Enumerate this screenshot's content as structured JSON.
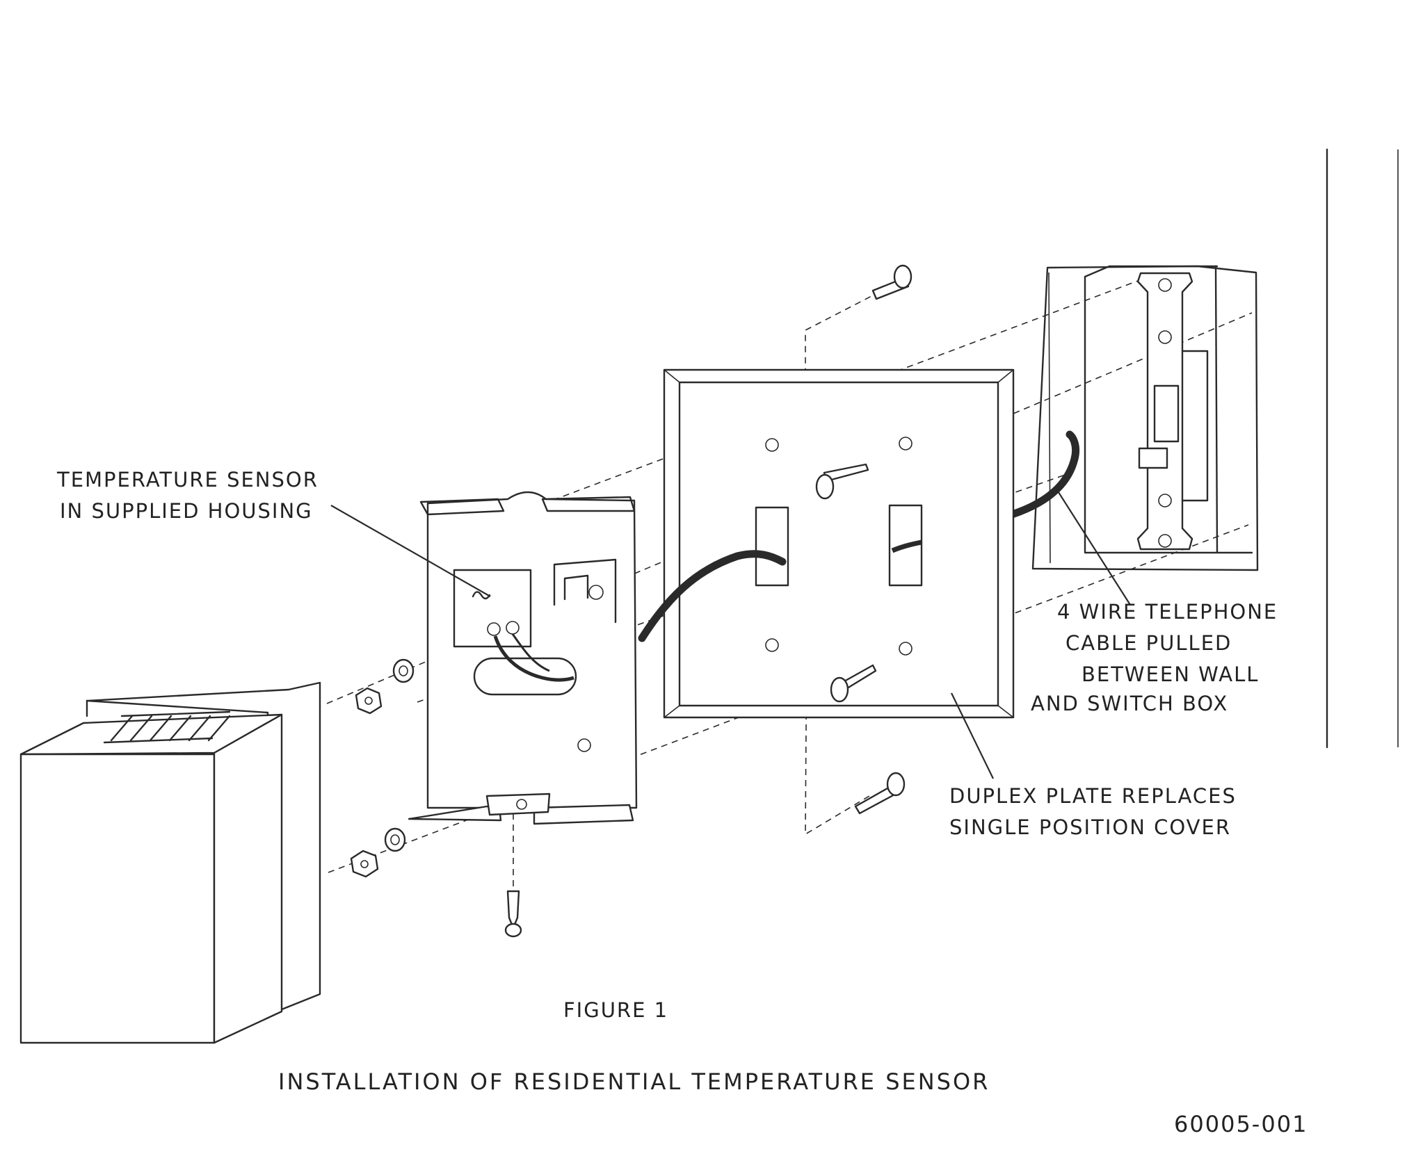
{
  "callouts": {
    "sensor_line1": "TEMPERATURE SENSOR",
    "sensor_line2": "IN SUPPLIED HOUSING",
    "cable_line1": "4 WIRE TELEPHONE",
    "cable_line2": "CABLE  PULLED",
    "cable_line3": "BETWEEN WALL",
    "cable_line4": "AND SWITCH BOX",
    "plate_line1": "DUPLEX PLATE REPLACES",
    "plate_line2": "SINGLE POSITION COVER"
  },
  "figure_label": "FIGURE 1",
  "caption": "INSTALLATION OF RESIDENTIAL TEMPERATURE SENSOR",
  "drawing_number": "60005-001"
}
